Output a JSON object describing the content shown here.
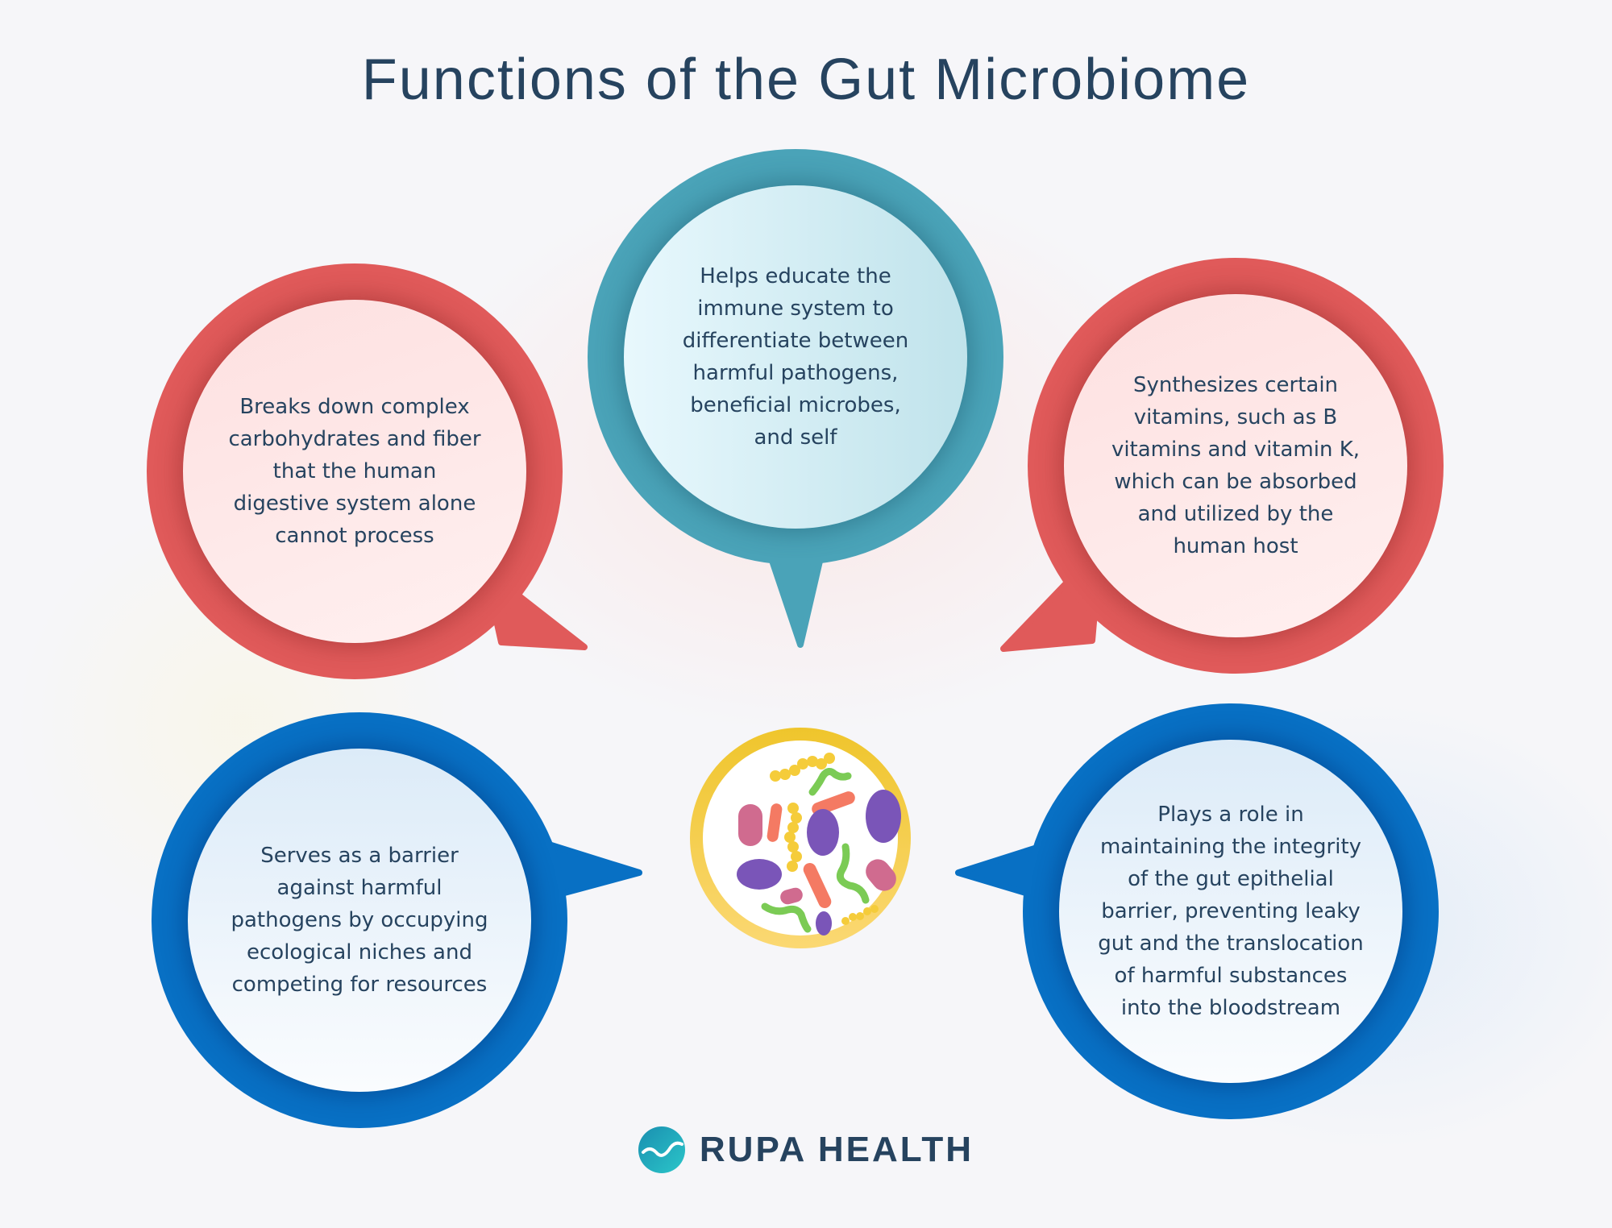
{
  "title": "Functions of the Gut Microbiome",
  "colors": {
    "title": "#26435f",
    "red": "#e05a5a",
    "teal": "#4aa3b8",
    "blue": "#0870c4",
    "microbe_ring": "#efc52c"
  },
  "bubbles": [
    {
      "position": "top-left",
      "color": "red",
      "text": "Breaks down complex\ncarbohydrates and fiber\nthat the human\ndigestive system alone\ncannot process"
    },
    {
      "position": "top-center",
      "color": "teal",
      "text": "Helps educate the\nimmune system to\ndifferentiate between\nharmful pathogens,\nbeneficial microbes,\nand self"
    },
    {
      "position": "top-right",
      "color": "red",
      "text": "Synthesizes certain\nvitamins, such as B\nvitamins and vitamin K,\nwhich can be absorbed\nand utilized by the\nhuman host"
    },
    {
      "position": "bottom-left",
      "color": "blue",
      "text": "Serves as a barrier\nagainst harmful\npathogens by occupying\necological niches and\ncompeting for resources"
    },
    {
      "position": "bottom-right",
      "color": "blue",
      "text": "Plays a role in\nmaintaining the integrity\nof the gut epithelial\nbarrier, preventing leaky\ngut and the translocation\nof harmful substances\ninto the bloodstream"
    }
  ],
  "center_icon": "microbes-petri-dish-icon",
  "logo": {
    "icon": "rupa-health-wave-logo-icon",
    "text": "RUPA HEALTH"
  }
}
